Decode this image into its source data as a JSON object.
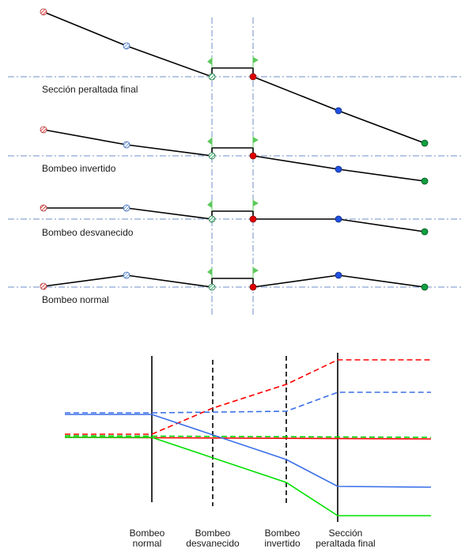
{
  "sections": [
    {
      "label": "Sección peraltada final"
    },
    {
      "label": "Bombeo invertido"
    },
    {
      "label": "Bombeo desvanecido"
    },
    {
      "label": "Bombeo normal"
    }
  ],
  "stages": [
    {
      "line1": "Bombeo",
      "line2": "normal"
    },
    {
      "line1": "Bombeo",
      "line2": "desvanecido"
    },
    {
      "line1": "Bombeo",
      "line2": "invertido"
    },
    {
      "line1": "Sección",
      "line2": "peraltada final"
    }
  ],
  "colors": {
    "profile_line": "#000000",
    "centerline": "#6f8fc8",
    "left_edge_point": "#e04848",
    "left_shoulder_point": "#7aa0e0",
    "axis_point": "#38b070",
    "right_axis_point": "#e00000",
    "right_shoulder_point": "#2050e0",
    "right_edge_point": "#10a040",
    "flag": "#5cc85c",
    "red_series": "#ff0000",
    "blue_series": "#3b6fe8",
    "green_series": "#00e000"
  }
}
